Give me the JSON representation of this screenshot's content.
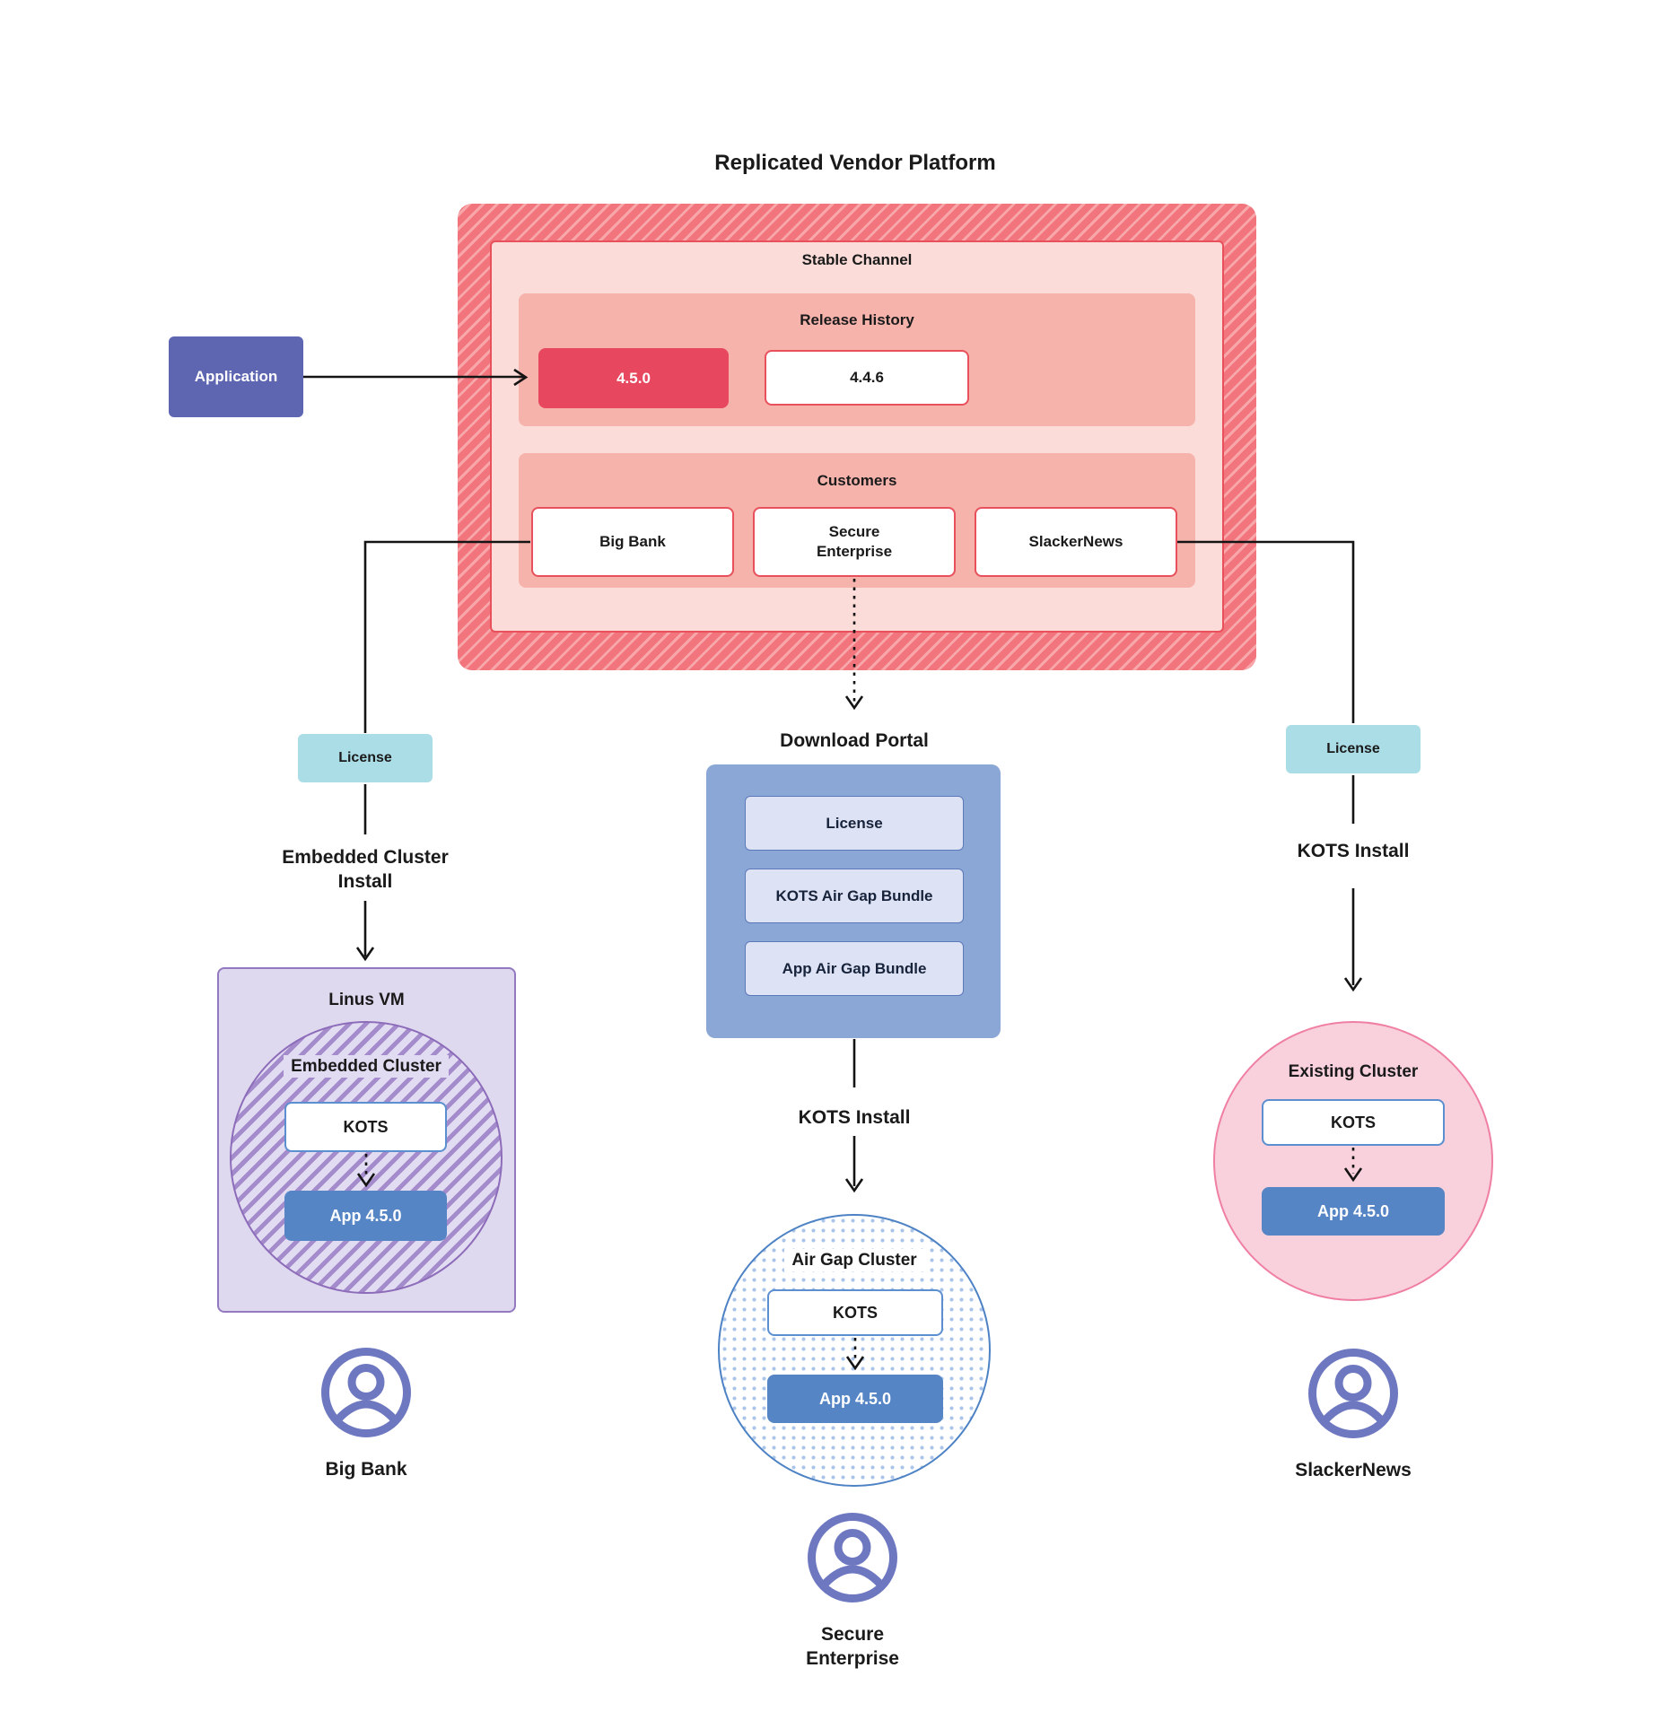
{
  "title": "Replicated Vendor Platform",
  "platform": {
    "stable_channel_label": "Stable Channel",
    "release_history": {
      "label": "Release History",
      "current_version": "4.5.0",
      "previous_version": "4.4.6"
    },
    "customers": {
      "label": "Customers",
      "big_bank": "Big Bank",
      "secure_enterprise": "Secure Enterprise",
      "slackernews": "SlackerNews"
    }
  },
  "application": {
    "label": "Application"
  },
  "left_branch": {
    "license_label": "License",
    "install_label": "Embedded Cluster Install",
    "vm_label": "Linus VM",
    "cluster_label": "Embedded Cluster",
    "kots_label": "KOTS",
    "app_label": "App 4.5.0",
    "customer_label": "Big Bank"
  },
  "middle_branch": {
    "portal_title": "Download Portal",
    "portal_license": "License",
    "portal_kots_bundle": "KOTS Air Gap Bundle",
    "portal_app_bundle": "App Air Gap Bundle",
    "install_label": "KOTS Install",
    "cluster_label": "Air Gap Cluster",
    "kots_label": "KOTS",
    "app_label": "App 4.5.0",
    "customer_label": "Secure Enterprise"
  },
  "right_branch": {
    "license_label": "License",
    "install_label": "KOTS Install",
    "cluster_label": "Existing Cluster",
    "kots_label": "KOTS",
    "app_label": "App 4.5.0",
    "customer_label": "SlackerNews"
  },
  "colors": {
    "platform_hatch_base": "#F2747C",
    "platform_hatch_stripe": "#F7A6A9",
    "stable_channel_bg": "#FCDCD8",
    "stable_channel_border": "#E8505B",
    "band_bg": "#F6B3AC",
    "release_current_bg": "#E8485F",
    "application_bg": "#5E66B2",
    "license_bg": "#ABDDE6",
    "portal_bg": "#8BA7D6",
    "portal_item_bg": "#DDE2F5",
    "portal_item_border": "#5B79B8",
    "vm_bg": "#DED9EF",
    "vm_border": "#9478C0",
    "embedded_circle_border": "#8D6CBA",
    "embedded_circle_stripe": "#A48BCB",
    "kots_border": "#5C8FD0",
    "app_bg": "#5585C5",
    "existing_cluster_bg": "#F9D1DD",
    "existing_cluster_border": "#EF7FA3",
    "airgap_border": "#4D82C4",
    "airgap_dot": "#AAC5E9",
    "user_icon": "#6E78C1",
    "connector": "#141414"
  }
}
